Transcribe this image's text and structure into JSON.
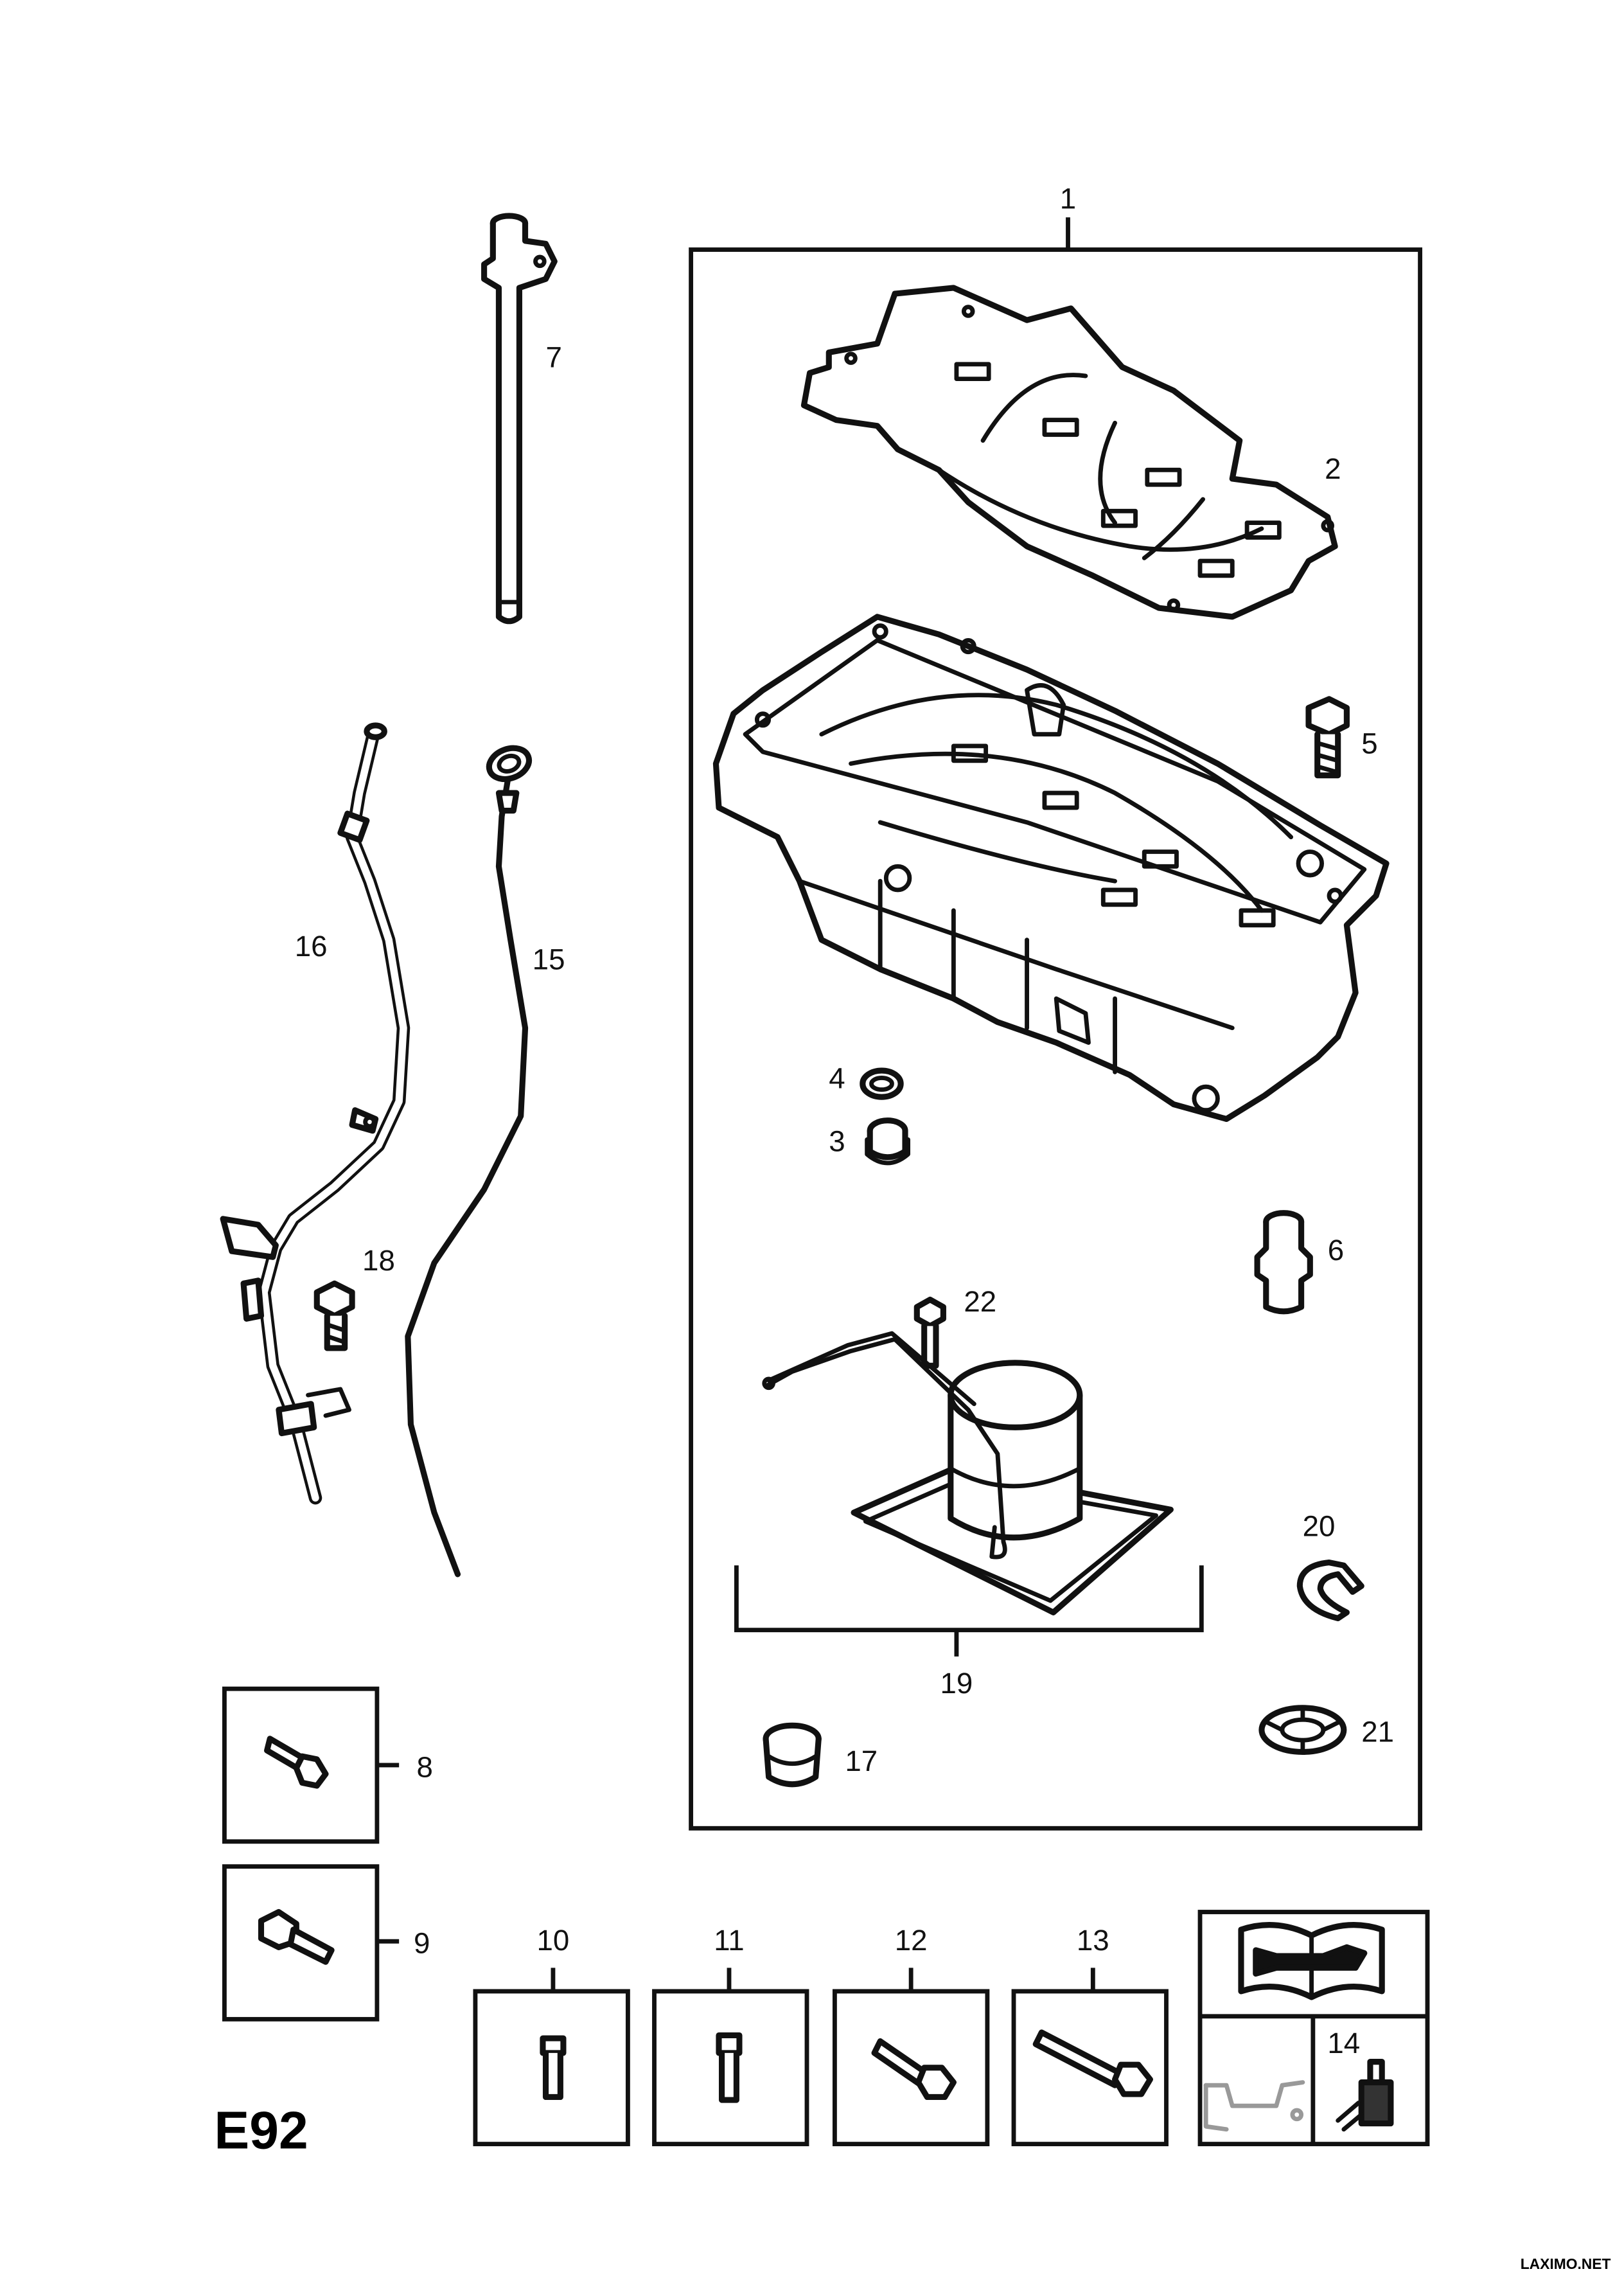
{
  "diagram_code": "E92",
  "watermark": "LAXIMO.NET",
  "callouts": {
    "c1": "1",
    "c2": "2",
    "c3": "3",
    "c4": "4",
    "c5": "5",
    "c6": "6",
    "c7": "7",
    "c8": "8",
    "c9": "9",
    "c10": "10",
    "c11": "11",
    "c12": "12",
    "c13": "13",
    "c14": "14",
    "c15": "15",
    "c16": "16",
    "c17": "17",
    "c18": "18",
    "c19": "19",
    "c20": "20",
    "c21": "21",
    "c22": "22"
  },
  "icons": {
    "repair_manual": "book-wrench-icon",
    "oil_pan_sealant": "oil-pan-icon",
    "sealant_tube": "sealant-tube-icon"
  }
}
